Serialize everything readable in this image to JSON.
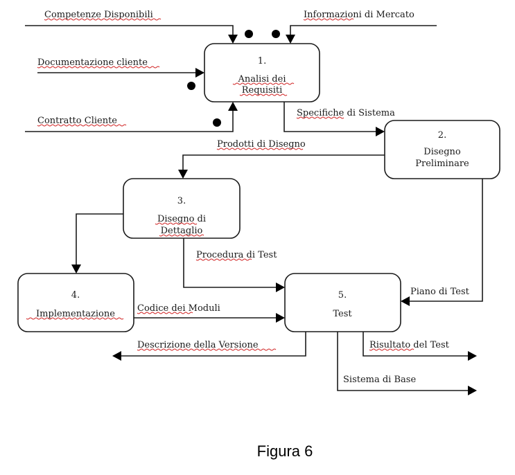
{
  "diagram": {
    "title": "Diagramma dei processi",
    "caption": "Figura 6",
    "processes": [
      {
        "id": "p1",
        "number": "1.",
        "line1": "Analisi dei",
        "line2": "Requisiti"
      },
      {
        "id": "p2",
        "number": "2.",
        "line1": "Disegno",
        "line2": "Preliminare"
      },
      {
        "id": "p3",
        "number": "3.",
        "line1": "Disegno di",
        "line2": "Dettaglio"
      },
      {
        "id": "p4",
        "number": "4.",
        "line1": "Implementazione",
        "line2": ""
      },
      {
        "id": "p5",
        "number": "5.",
        "line1": "Test",
        "line2": ""
      }
    ],
    "flows": {
      "competenze": "Competenze Disponibili",
      "informazioni": "Informazioni di Mercato",
      "documentazione": "Documentazione cliente",
      "contratto": "Contratto Cliente",
      "specifiche": "Specifiche di Sistema",
      "prodotti": "Prodotti di Disegno",
      "procedura": "Procedura di Test",
      "piano": "Piano di Test",
      "codice": "Codice dei Moduli",
      "descrizione": "Descrizione della Versione",
      "risultato": "Risultato del Test",
      "sistema": "Sistema di Base"
    },
    "edges": [
      {
        "from": "external",
        "to": "p1",
        "label": "Competenze Disponibili"
      },
      {
        "from": "external",
        "to": "p1",
        "label": "Informazioni di Mercato"
      },
      {
        "from": "external",
        "to": "p1",
        "label": "Documentazione cliente"
      },
      {
        "from": "external",
        "to": "p1",
        "label": "Contratto Cliente"
      },
      {
        "from": "p1",
        "to": "p2",
        "label": "Specifiche di Sistema"
      },
      {
        "from": "p2",
        "to": "p3",
        "label": "Prodotti di Disegno"
      },
      {
        "from": "p3",
        "to": "p4",
        "label": ""
      },
      {
        "from": "p3",
        "to": "p5",
        "label": "Procedura di Test"
      },
      {
        "from": "p2",
        "to": "p5",
        "label": "Piano di Test"
      },
      {
        "from": "p4",
        "to": "p5",
        "label": "Codice dei Moduli"
      },
      {
        "from": "p5",
        "to": "external",
        "label": "Descrizione della Versione"
      },
      {
        "from": "p5",
        "to": "external",
        "label": "Risultato del Test"
      },
      {
        "from": "p5",
        "to": "external",
        "label": "Sistema di Base"
      }
    ]
  }
}
